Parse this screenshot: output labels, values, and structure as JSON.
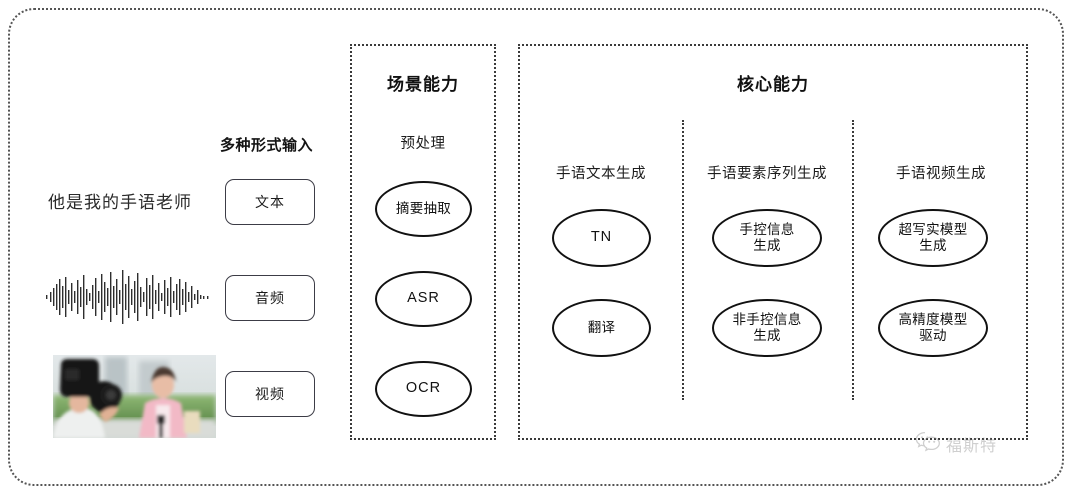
{
  "diagram": {
    "input_section": {
      "caption": "多种形式输入",
      "sample_text": "他是我的手语老师",
      "modalities": [
        {
          "label": "文本",
          "media": "text-line"
        },
        {
          "label": "音频",
          "media": "audio-waveform"
        },
        {
          "label": "视频",
          "media": "video-thumbnail"
        }
      ]
    },
    "scene_panel": {
      "title": "场景能力",
      "columns": [
        {
          "heading": "预处理",
          "nodes": [
            {
              "label": "摘要抽取",
              "script": "cjk"
            },
            {
              "label": "ASR",
              "script": "latin"
            },
            {
              "label": "OCR",
              "script": "latin"
            }
          ]
        }
      ]
    },
    "core_panel": {
      "title": "核心能力",
      "columns": [
        {
          "heading": "手语文本生成",
          "nodes": [
            {
              "label": "TN",
              "script": "latin"
            },
            {
              "label": "翻译",
              "script": "cjk"
            }
          ]
        },
        {
          "heading": "手语要素序列生成",
          "nodes": [
            {
              "label": "手控信息\n生成",
              "script": "cjk"
            },
            {
              "label": "非手控信息\n生成",
              "script": "cjk"
            }
          ]
        },
        {
          "heading": "手语视频生成",
          "nodes": [
            {
              "label": "超写实模型\n生成",
              "script": "cjk"
            },
            {
              "label": "高精度模型\n驱动",
              "script": "cjk"
            }
          ]
        }
      ]
    },
    "watermark": {
      "text": "福斯特",
      "icon": "wechat-icon"
    },
    "colors": {
      "border": "#3a3a3a",
      "node_stroke": "#111111",
      "text": "#1a1a1a",
      "background": "#ffffff"
    }
  }
}
